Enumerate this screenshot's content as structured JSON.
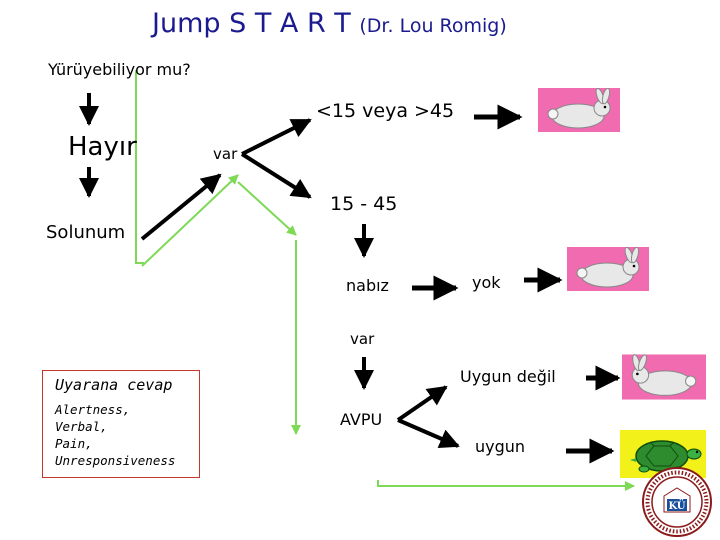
{
  "title": {
    "main": "Jump S T A R T",
    "author": "(Dr. Lou Romig)"
  },
  "nodes": {
    "walk_question": "Yürüyebiliyor mu?",
    "no": "Hayır",
    "breathing_present": "var",
    "breathing": "Solunum",
    "rate_abnormal": "<15 veya >45",
    "rate_normal": "15 - 45",
    "pulse": "nabız",
    "pulse_absent": "yok",
    "pulse_present": "var",
    "avpu": "AVPU",
    "not_appropriate": "Uygun değil",
    "appropriate": "uygun"
  },
  "response_box": {
    "title": "Uyarana cevap",
    "items": [
      "Alertness,",
      "Verbal,",
      "Pain,",
      "Unresponsiveness"
    ]
  },
  "icons": {
    "rabbit_1": "rabbit-icon",
    "rabbit_2": "rabbit-icon",
    "rabbit_3": "rabbit-icon",
    "turtle": "turtle-icon",
    "logo": "university-seal-logo"
  },
  "colors": {
    "title": "#1b1b8f",
    "flow_green": "#7ed957",
    "rabbit_bg": "#f06bb0",
    "turtle_bg": "#f2f21a",
    "box_border": "#c0392b"
  }
}
